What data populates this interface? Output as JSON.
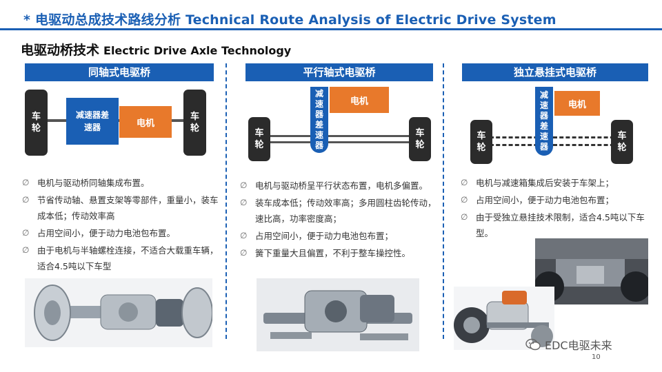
{
  "header": {
    "title": "*  电驱动总成技术路线分析 Technical Route Analysis of Electric Drive System",
    "section_cn": "电驱动桥技术",
    "section_en": "Electric Drive Axle Technology"
  },
  "columns": [
    {
      "title": "同轴式电驱桥",
      "diagram": {
        "wheel_left": "车轮",
        "wheel_right": "车轮",
        "reducer": "减速器差速器",
        "motor": "电机"
      },
      "bullets": [
        "电机与驱动桥同轴集成布置。",
        "节省传动轴、悬置支架等零部件，重量小，装车成本低；传动效率高",
        "占用空间小，便于动力电池包布置。",
        "由于电机与半轴螺栓连接，不适合大载重车辆，适合4.5吨以下车型"
      ]
    },
    {
      "title": "平行轴式电驱桥",
      "diagram": {
        "wheel_left": "车轮",
        "wheel_right": "车轮",
        "reducer": "减速器差速器",
        "motor": "电机"
      },
      "bullets": [
        "电机与驱动桥呈平行状态布置，电机多偏置。",
        "装车成本低；传动效率高；多用圆柱齿轮传动，速比高，功率密度高；",
        "占用空间小，便于动力电池包布置；",
        "簧下重量大且偏置，不利于整车操控性。"
      ]
    },
    {
      "title": "独立悬挂式电驱桥",
      "diagram": {
        "wheel_left": "车轮",
        "wheel_right": "车轮",
        "reducer": "减速器差速器",
        "motor": "电机"
      },
      "bullets": [
        "电机与减速箱集成后安装于车架上；",
        "占用空间小，便于动力电池包布置；",
        "由于受独立悬挂技术限制，适合4.5吨以下车型。"
      ]
    }
  ],
  "bullet_symbol": "∅",
  "watermark": "EDC电驱未来",
  "page_number": "10",
  "colors": {
    "accent": "#1a5fb4",
    "motor": "#e8792b",
    "wheel": "#2b2b2b"
  }
}
